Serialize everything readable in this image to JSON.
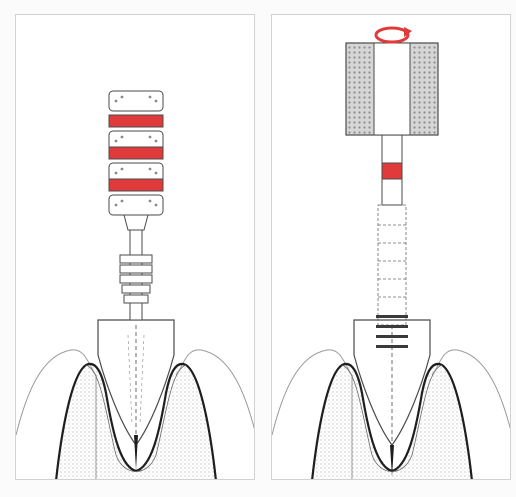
{
  "figure": {
    "panels": [
      {
        "id": "left",
        "depicts": "implant-driver-with-three-red-bands-inserted-into-socket"
      },
      {
        "id": "right",
        "depicts": "implant-driver-with-knurled-handle-and-rotation-arrow"
      }
    ],
    "colors": {
      "accent_red": "#e03a3a",
      "outline": "#4a4a4a",
      "bone_dark": "#1e1e1e",
      "stipple": "#cfcfcf",
      "panel_border": "#d2d2d2"
    },
    "icons": {
      "rotation": "rotate-clockwise-icon"
    }
  }
}
